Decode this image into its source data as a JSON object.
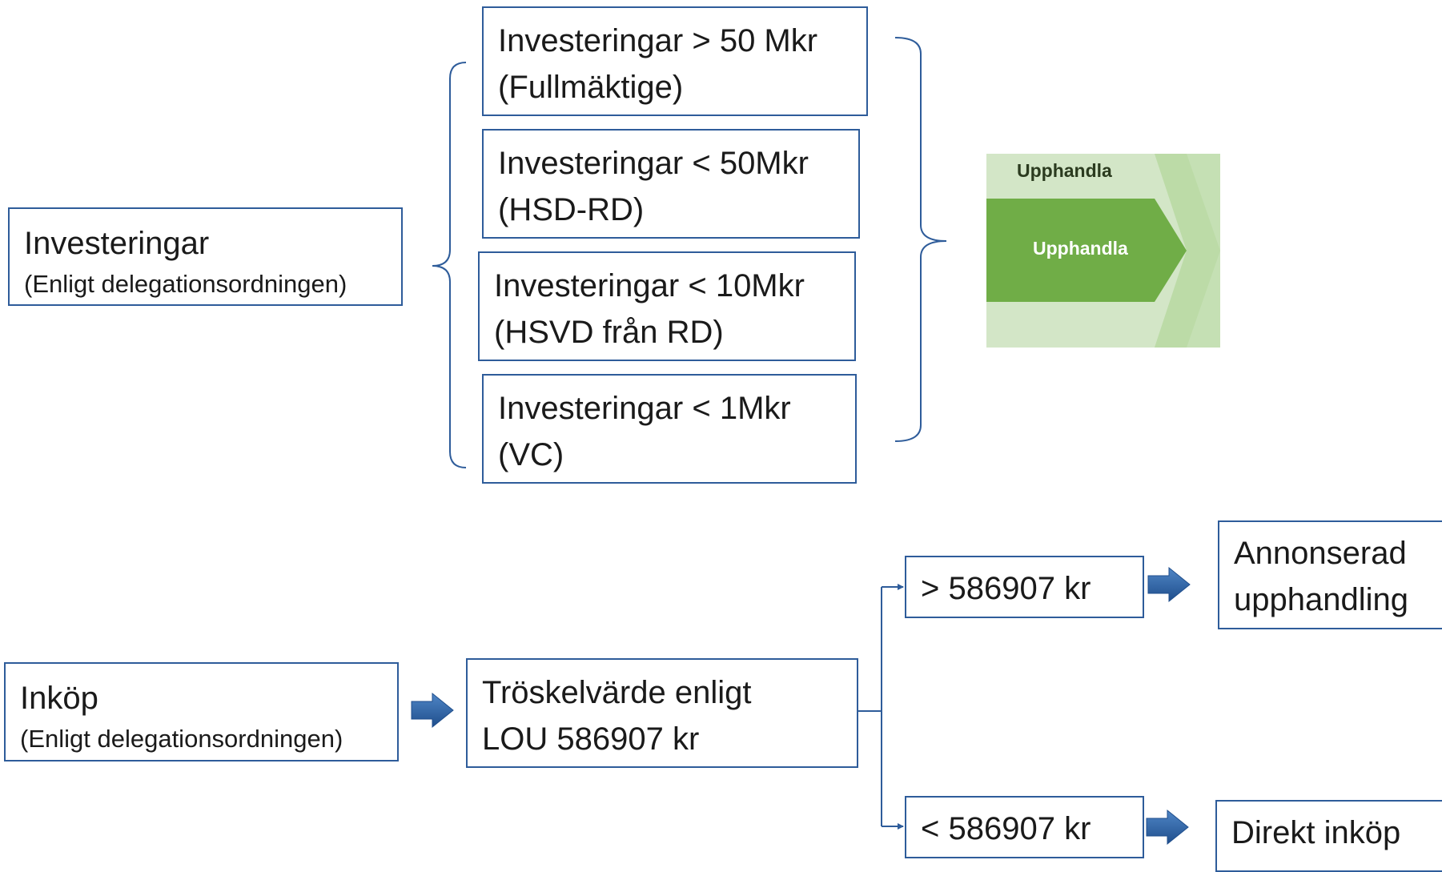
{
  "investments": {
    "source": {
      "title": "Investeringar",
      "subtitle": "(Enligt delegationsordningen)"
    },
    "levels": [
      {
        "line1": "Investeringar > 50 Mkr",
        "line2": "(Fullmäktige)"
      },
      {
        "line1": "Investeringar < 50Mkr",
        "line2": "(HSD-RD)"
      },
      {
        "line1": "Investeringar < 10Mkr",
        "line2": "(HSVD från RD)"
      },
      {
        "line1": "Investeringar < 1Mkr",
        "line2": "(VC)"
      }
    ],
    "process_step": {
      "header_label": "Upphandla",
      "active_label": "Upphandla"
    }
  },
  "purchases": {
    "source": {
      "title": "Inköp",
      "subtitle": "(Enligt delegationsordningen)"
    },
    "threshold": {
      "line1": "Tröskelvärde enligt",
      "line2": "LOU 586907 kr"
    },
    "above": {
      "condition": "> 586907 kr",
      "outcome_line1": "Annonserad",
      "outcome_line2": "upphandling"
    },
    "below": {
      "condition": "< 586907 kr",
      "outcome": "Direkt inköp"
    }
  },
  "colors": {
    "border": "#2e5c9a",
    "arrow": "#2a62a8",
    "panel_light": "#d3e6c7",
    "panel_mid": "#bcdba7",
    "panel_active": "#70ad47"
  }
}
